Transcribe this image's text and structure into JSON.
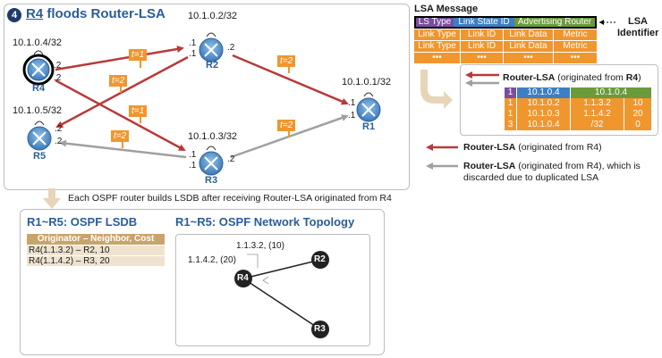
{
  "step_badge": "4",
  "title_router": "R4",
  "title_rest": " floods Router-LSA",
  "routers": {
    "r4": {
      "label": "R4",
      "ip": "10.1.0.4/32"
    },
    "r2": {
      "label": "R2",
      "ip": "10.1.0.2/32"
    },
    "r1": {
      "label": "R1",
      "ip": "10.1.0.1/32"
    },
    "r5": {
      "label": "R5",
      "ip": "10.1.0.5/32"
    },
    "r3": {
      "label": "R3",
      "ip": "10.1.0.3/32"
    }
  },
  "ports": {
    "r4_a": ".2",
    "r4_b": ".2",
    "r2_a": ".1",
    "r2_b": ".1",
    "r2_c": ".2",
    "r1_a": ".1",
    "r1_b": ".1",
    "r5_a": ".2",
    "r5_b": ".2",
    "r3_a": ".1",
    "r3_b": ".1",
    "r3_c": ".2"
  },
  "time_tags": {
    "t1a": "t=1",
    "t2a": "t=2",
    "t1b": "t=1",
    "t2b": "t=2",
    "t2c": "t=2",
    "t2d": "t=2"
  },
  "lsa_message": {
    "title": "LSA Message",
    "header": [
      "LS Type",
      "Link State ID",
      "Advertising Router"
    ],
    "rows": [
      [
        "Link Type",
        "Link ID",
        "Link Data",
        "Metric"
      ],
      [
        "Link Type",
        "Link ID",
        "Link Data",
        "Metric"
      ],
      [
        "•••",
        "•••",
        "•••",
        "•••"
      ]
    ],
    "identifier_label": "LSA Identifier"
  },
  "router_lsa_box": {
    "title_bold": "Router-LSA",
    "title_rest": " (originated from ",
    "title_router": "R4",
    "title_end": ")",
    "header": [
      "1",
      "10.1.0.4",
      "10.1.0.4"
    ],
    "rows": [
      [
        "1",
        "10.1.0.2",
        "1.1.3.2",
        "10"
      ],
      [
        "1",
        "10.1.0.3",
        "1.1.4.2",
        "20"
      ],
      [
        "3",
        "10.1.0.4",
        "/32",
        "0"
      ]
    ]
  },
  "legend": {
    "red_bold": "Router-LSA",
    "red_rest": " (originated from R4)",
    "gray_bold": "Router-LSA",
    "gray_rest": " (originated from R4), which is",
    "gray_line2": "discarded due to duplicated LSA"
  },
  "caption": "Each OSPF router builds LSDB after receiving Router-LSA originated from R4",
  "lsdb": {
    "title": "R1~R5: OSPF LSDB",
    "header": "Originator – Neighbor, Cost",
    "rows": [
      "R4(1.1.3.2) – R2, 10",
      "R4(1.1.4.2) – R3, 20"
    ]
  },
  "topology": {
    "title": "R1~R5: OSPF Network Topology",
    "nodes": {
      "r4": "R4",
      "r2": "R2",
      "r3": "R3"
    },
    "edge_labels": {
      "to_r2": "1.1.3.2, (10)",
      "to_r3": "1.1.4.2, (20)"
    }
  },
  "colors": {
    "red": "#b83a3a",
    "gray": "#a0a0a0",
    "blue": "#2a5d9a",
    "orange": "#f0962e",
    "navy": "#1f3a6b"
  }
}
